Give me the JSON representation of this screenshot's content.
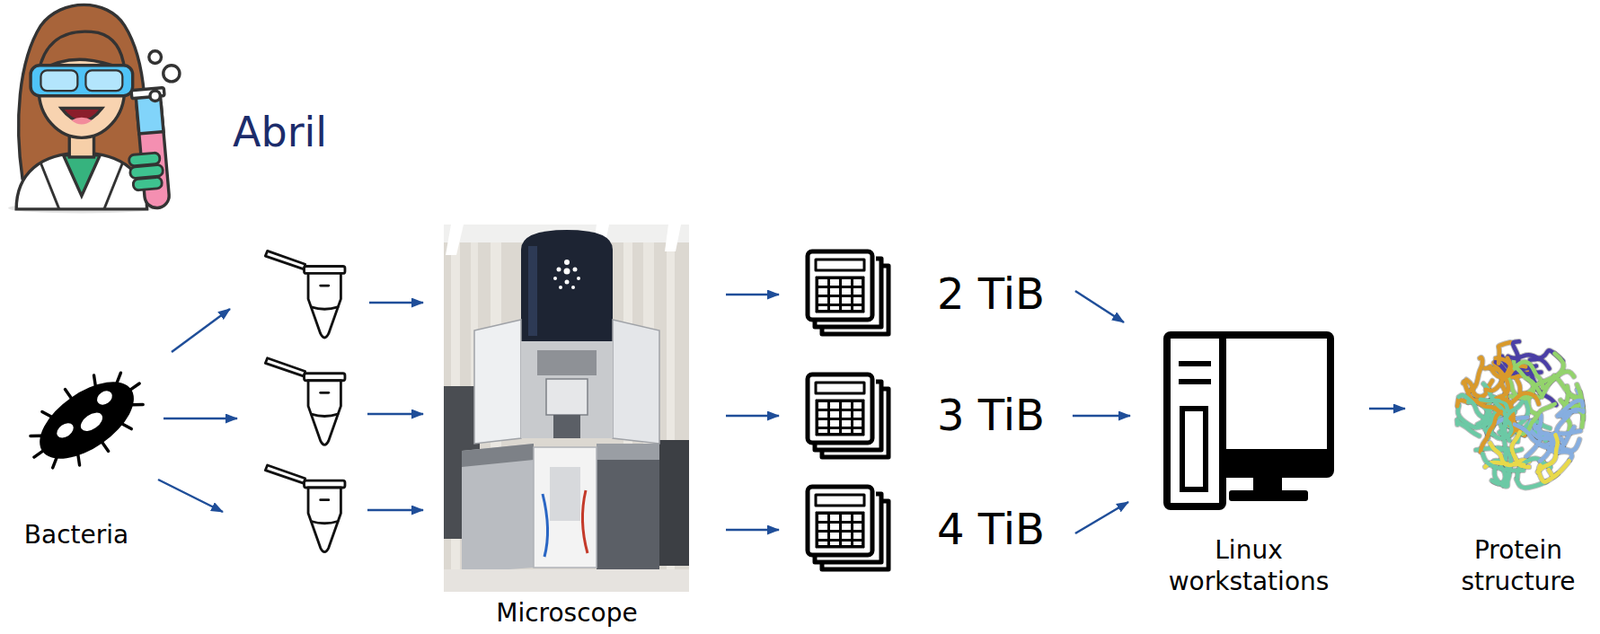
{
  "diagram": {
    "nodes": [
      {
        "text": [
          "Bacteria"
        ]
      },
      {
        "text": [
          "Microscope"
        ]
      },
      {
        "text": [
          "2 TiB"
        ]
      },
      {
        "text": [
          "3 TiB"
        ]
      },
      {
        "text": [
          "4 TiB"
        ]
      },
      {
        "text": [
          "Linux workstations"
        ]
      },
      {
        "text": [
          "Protein structure"
        ]
      }
    ],
    "edges": [
      {
        "from": 1,
        "to": 2,
        "arrow": "to"
      },
      {
        "from": 1,
        "to": 3,
        "arrow": "to"
      },
      {
        "from": 1,
        "to": 4,
        "arrow": "to"
      },
      {
        "from": 2,
        "to": 5,
        "arrow": "to"
      },
      {
        "from": 3,
        "to": 5,
        "arrow": "to"
      },
      {
        "from": 4,
        "to": 5,
        "arrow": "to"
      },
      {
        "from": 5,
        "to": 6,
        "arrow": "to"
      }
    ],
    "labels": [
      "Abril"
    ]
  }
}
